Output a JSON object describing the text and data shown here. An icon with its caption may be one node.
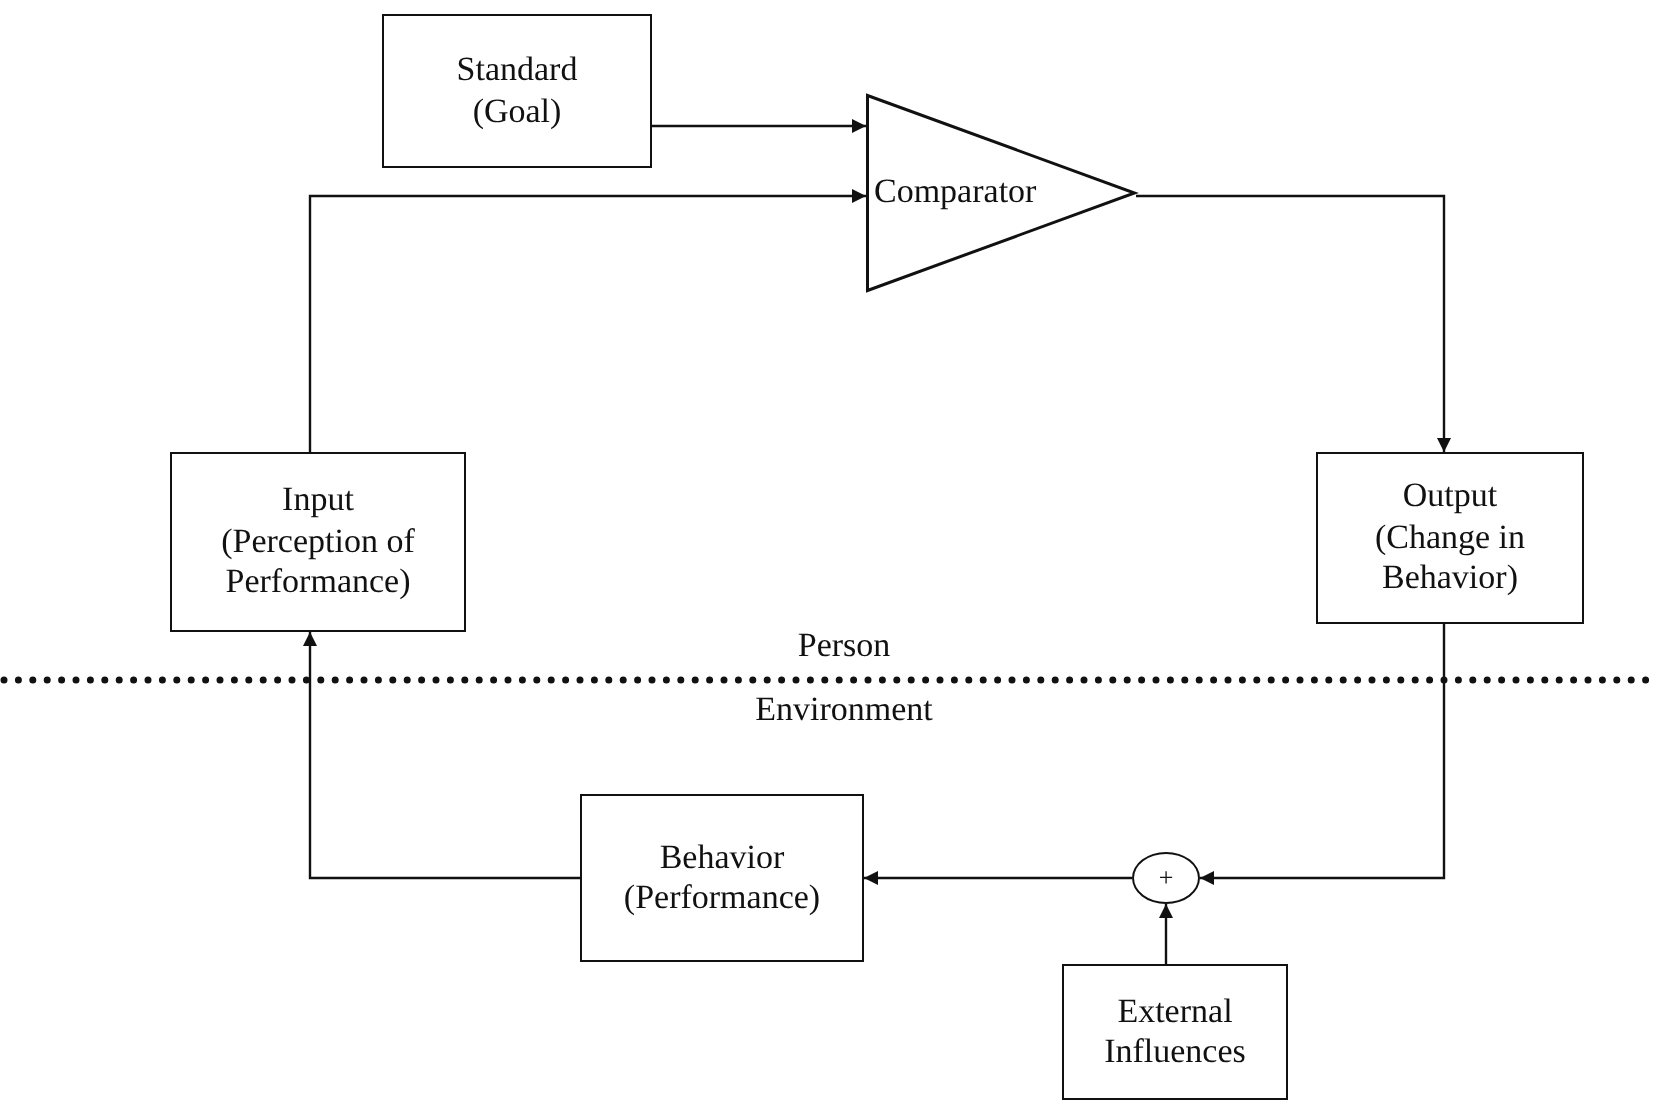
{
  "diagram": {
    "nodes": [
      {
        "text": [
          "Standard",
          "(Goal)"
        ]
      },
      {
        "text": [
          "Comparator"
        ]
      },
      {
        "text": [
          "Input",
          "(Perception of Performance)"
        ]
      },
      {
        "text": [
          "Output",
          "(Change in Behavior)"
        ]
      },
      {
        "text": [
          "Behavior",
          "(Performance)"
        ]
      },
      {
        "text": [
          "+"
        ]
      },
      {
        "text": [
          "External Influences"
        ]
      }
    ],
    "edges": [
      {
        "from": 0,
        "to": 1,
        "arrow": "to"
      },
      {
        "from": 2,
        "to": 1,
        "arrow": "to"
      },
      {
        "from": 1,
        "to": 3,
        "arrow": "to"
      },
      {
        "from": 3,
        "to": 5,
        "arrow": "to"
      },
      {
        "from": 5,
        "to": 4,
        "arrow": "to"
      },
      {
        "from": 6,
        "to": 5,
        "arrow": "to"
      },
      {
        "from": 4,
        "to": 2,
        "arrow": "to"
      }
    ],
    "labels": [
      "Person",
      "Environment"
    ]
  }
}
